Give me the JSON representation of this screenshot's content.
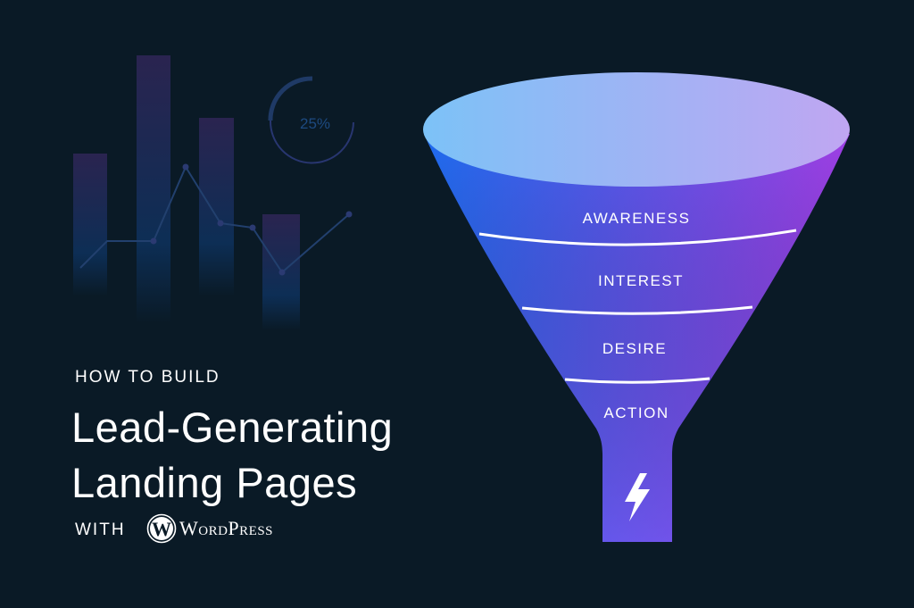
{
  "background_chart": {
    "gauge_label": "25%",
    "gauge_percent": 25
  },
  "headline": {
    "kicker": "HOW TO BUILD",
    "title_line1": "Lead-Generating",
    "title_line2": "Landing Pages",
    "with": "WITH",
    "brand": "WordPress",
    "brand_icon": "wordpress-logo"
  },
  "funnel": {
    "stages": [
      "AWARENESS",
      "INTEREST",
      "DESIRE",
      "ACTION"
    ],
    "bottom_icon": "lightning-bolt-icon",
    "colors": {
      "left": "#1f6cf0",
      "right": "#a03fe6",
      "top_left": "#7cc2f7",
      "top_right": "#c0a6f2"
    }
  }
}
